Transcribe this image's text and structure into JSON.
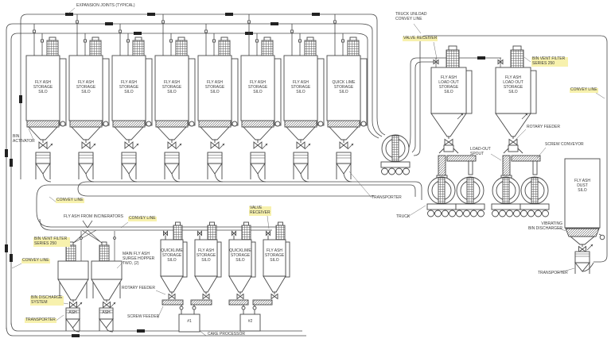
{
  "colors": {
    "line": "#474747",
    "highlight": "#f7f1ad",
    "text": "#3a3a3a",
    "background": "#ffffff"
  },
  "top_silos": [
    {
      "label": "FLY ASH\nSTORAGE\nSILO"
    },
    {
      "label": "FLY ASH\nSTORAGE\nSILO"
    },
    {
      "label": "FLY ASH\nSTORAGE\nSILO"
    },
    {
      "label": "FLY ASH\nSTORAGE\nSILO"
    },
    {
      "label": "FLY ASH\nSTORAGE\nSILO"
    },
    {
      "label": "FLY ASH\nSTORAGE\nSILO"
    },
    {
      "label": "FLY ASH\nSTORAGE\nSILO"
    },
    {
      "label": "QUICK LIME\nSTORAGE\nSILO"
    }
  ],
  "load_out_silos": [
    {
      "label": "FLY ASH\nLOAD OUT\nSTORAGE\nSILO"
    },
    {
      "label": "FLY ASH\nLOAD OUT\nSTORAGE\nSILO"
    }
  ],
  "dust_silo": {
    "label": "FLY ASH\nDUST\nSILO"
  },
  "bottom_silos": [
    {
      "label": "QUICKLIME\nSTORAGE\nSILO"
    },
    {
      "label": "FLY ASH\nSTORAGE\nSILO"
    },
    {
      "label": "QUICKLIME\nSTORAGE\nSILO"
    },
    {
      "label": "FLY ASH\nSTORAGE\nSILO"
    }
  ],
  "surge_hoppers": [
    {
      "tag": "ASH"
    },
    {
      "tag": "ASH"
    }
  ],
  "processors": [
    {
      "id": "#1"
    },
    {
      "id": "#2"
    }
  ],
  "callouts": {
    "expansion_joints": {
      "text": "EXPANSION JOINTS (TYPICAL)",
      "highlight": false
    },
    "truck_unload_convey_line": {
      "text": "TRUCK UNLOAD\nCONVEY LINE",
      "highlight": false
    },
    "valve_receiver_top": {
      "text": "VALVE RECEIVER",
      "highlight": true
    },
    "bin_vent_filter_right": {
      "text": "BIN VENT FILTER\nSERIES 250",
      "highlight": true
    },
    "convey_line_right": {
      "text": "CONVEY LINE",
      "highlight": true
    },
    "bin_activator": {
      "text": "BIN\nACTIVATOR",
      "highlight": false
    },
    "transporter_mid": {
      "text": "TRANSPORTER",
      "highlight": false
    },
    "convey_line_upper": {
      "text": "CONVEY LINE",
      "highlight": true
    },
    "fly_ash_from_incinerators": {
      "text": "FLY ASH FROM INCINERATORS",
      "highlight": false
    },
    "convey_line_mid": {
      "text": "CONVEY LINE",
      "highlight": true
    },
    "valve_receiver_bottom": {
      "text": "VALVE\nRECEIVER",
      "highlight": true
    },
    "bin_vent_filter_left": {
      "text": "BIN VENT FILTER\nSERIES 250",
      "highlight": true
    },
    "convey_line_left": {
      "text": "CONVEY LINE",
      "highlight": true
    },
    "main_surge_hopper": {
      "text": "MAIN FLY ASH\nSURGE HOPPER\nTWO, (2)",
      "highlight": false
    },
    "rotary_feeder_left": {
      "text": "ROTARY FEEDER",
      "highlight": false
    },
    "bin_discharge_system": {
      "text": "BIN DISCHARGE\nSYSTEM",
      "highlight": true
    },
    "transporter_bottom_left": {
      "text": "TRANSPORTER",
      "highlight": true
    },
    "screw_feeder": {
      "text": "SCREW FEEDER",
      "highlight": false
    },
    "cake_processor": {
      "text": "CAKE PROCESSOR",
      "highlight": false
    },
    "rotary_feeder_right": {
      "text": "ROTARY FEEDER",
      "highlight": false
    },
    "load_out_spout": {
      "text": "LOAD-OUT\nSPOUT",
      "highlight": false
    },
    "screw_conveyor": {
      "text": "SCREW CONVEYOR",
      "highlight": false
    },
    "truck": {
      "text": "TRUCK",
      "highlight": false
    },
    "vibrating_bin_discharger": {
      "text": "VIBRATING\nBIN DISCHARGER",
      "highlight": false
    },
    "transporter_bottom_right": {
      "text": "TRANSPORTER",
      "highlight": false
    }
  }
}
